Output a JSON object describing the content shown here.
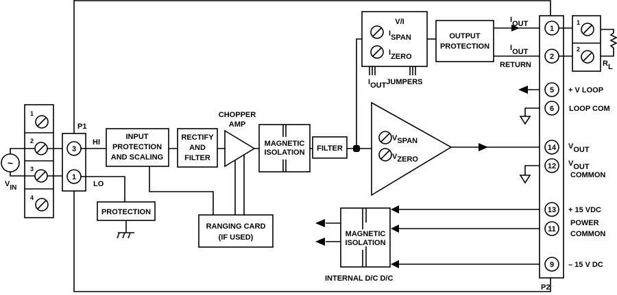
{
  "input": {
    "terminal_numbers": [
      "1",
      "2",
      "3",
      "4"
    ],
    "source_symbol": "~",
    "vin_label": "V",
    "vin_sub": "IN",
    "p1_label": "P1",
    "p1_pins": [
      "3",
      "1"
    ],
    "hi_label": "HI",
    "lo_label": "LO"
  },
  "blocks": {
    "input_protection": [
      "INPUT",
      "PROTECTION",
      "AND SCALING"
    ],
    "rectify": [
      "RECTIFY",
      "AND",
      "FILTER"
    ],
    "chopper": [
      "CHOPPER",
      "AMP"
    ],
    "mag_iso": [
      "MAGNETIC",
      "ISOLATION"
    ],
    "filter": "FILTER",
    "protection": "PROTECTION",
    "ranging": [
      "RANGING CARD",
      "(IF USED)"
    ],
    "vi": {
      "title": "V/I",
      "span": "I",
      "span_sub": "SPAN",
      "zero": "I",
      "zero_sub": "ZERO"
    },
    "jumpers": {
      "i": "I",
      "sub": "OUT",
      "text": "JUMPERS"
    },
    "output_protection": [
      "OUTPUT",
      "PROTECTION"
    ],
    "vamp": {
      "span": "V",
      "span_sub": "SPAN",
      "zero": "V",
      "zero_sub": "ZERO"
    },
    "power_iso": [
      "MAGNETIC",
      "ISOLATION"
    ],
    "internal": "INTERNAL D/C D/C"
  },
  "output": {
    "iout1": {
      "i": "I",
      "sub": "OUT"
    },
    "iout2": {
      "i": "I",
      "sub": "OUT"
    },
    "return_label": "RETURN",
    "p2_label": "P2",
    "p2_pins": [
      "1",
      "2",
      "5",
      "6",
      "14",
      "12",
      "13",
      "11",
      "9"
    ],
    "load_terms": [
      "1",
      "2"
    ],
    "rl": "R",
    "rl_sub": "L",
    "v_loop": "+ V LOOP",
    "loop_com": "LOOP COM",
    "vout": {
      "v": "V",
      "sub": "OUT"
    },
    "vout_common": {
      "v": "V",
      "sub": "OUT",
      "text": "COMMON"
    },
    "p15": "+ 15 VDC",
    "power_common": [
      "POWER",
      "COMMON"
    ],
    "m15": "– 15 V DC"
  }
}
